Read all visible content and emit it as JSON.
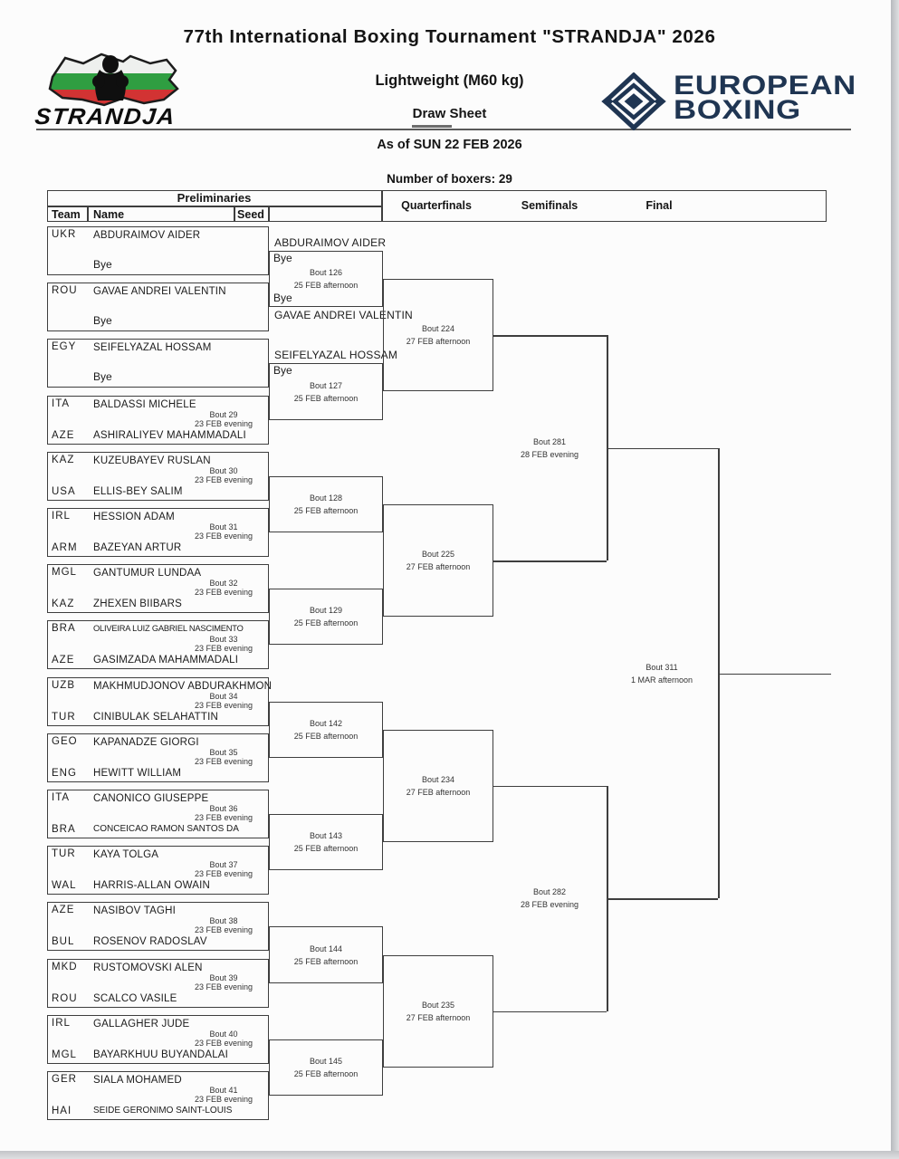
{
  "page": {
    "title": "77th International Boxing Tournament \"STRANDJA\" 2026",
    "weight_class": "Lightweight (M60 kg)",
    "sheet_type": "Draw Sheet",
    "as_of": "As of SUN 22 FEB 2026",
    "boxer_count_label": "Number of boxers: 29"
  },
  "logos": {
    "strandja_label": "STRANDJA",
    "european_boxing_line1": "EUROPEAN",
    "european_boxing_line2": "BOXING",
    "european_boxing_color": "#1f3552",
    "bulgaria_flag_white": "#eef0ee",
    "bulgaria_flag_green": "#2f9e41",
    "bulgaria_flag_red": "#d23333"
  },
  "header": {
    "preliminaries": "Preliminaries",
    "team": "Team",
    "name": "Name",
    "seed": "Seed",
    "quarterfinals": "Quarterfinals",
    "semifinals": "Semifinals",
    "final": "Final"
  },
  "bracket": {
    "preliminary_pairs": [
      {
        "team1": "UKR",
        "boxer1": "ABDURAIMOV AIDER",
        "bout": "",
        "schedule": "",
        "team2": "",
        "boxer2": "Bye"
      },
      {
        "team1": "ROU",
        "boxer1": "GAVAE ANDREI VALENTIN",
        "bout": "",
        "schedule": "",
        "team2": "",
        "boxer2": "Bye"
      },
      {
        "team1": "EGY",
        "boxer1": "SEIFELYAZAL HOSSAM",
        "bout": "",
        "schedule": "",
        "team2": "",
        "boxer2": "Bye"
      },
      {
        "team1": "ITA",
        "boxer1": "BALDASSI MICHELE",
        "bout": "Bout 29",
        "schedule": "23 FEB evening",
        "team2": "AZE",
        "boxer2": "ASHIRALIYEV MAHAMMADALI"
      },
      {
        "team1": "KAZ",
        "boxer1": "KUZEUBAYEV RUSLAN",
        "bout": "Bout 30",
        "schedule": "23 FEB evening",
        "team2": "USA",
        "boxer2": "ELLIS-BEY SALIM"
      },
      {
        "team1": "IRL",
        "boxer1": "HESSION ADAM",
        "bout": "Bout 31",
        "schedule": "23 FEB evening",
        "team2": "ARM",
        "boxer2": "BAZEYAN ARTUR"
      },
      {
        "team1": "MGL",
        "boxer1": "GANTUMUR LUNDAA",
        "bout": "Bout 32",
        "schedule": "23 FEB evening",
        "team2": "KAZ",
        "boxer2": "ZHEXEN BIIBARS"
      },
      {
        "team1": "BRA",
        "boxer1": "OLIVEIRA LUIZ GABRIEL NASCIMENTO",
        "bout": "Bout 33",
        "schedule": "23 FEB evening",
        "team2": "AZE",
        "boxer2": "GASIMZADA MAHAMMADALI"
      },
      {
        "team1": "UZB",
        "boxer1": "MAKHMUDJONOV ABDURAKHMON",
        "bout": "Bout 34",
        "schedule": "23 FEB evening",
        "team2": "TUR",
        "boxer2": "CINIBULAK SELAHATTIN"
      },
      {
        "team1": "GEO",
        "boxer1": "KAPANADZE GIORGI",
        "bout": "Bout 35",
        "schedule": "23 FEB evening",
        "team2": "ENG",
        "boxer2": "HEWITT WILLIAM"
      },
      {
        "team1": "ITA",
        "boxer1": "CANONICO GIUSEPPE",
        "bout": "Bout 36",
        "schedule": "23 FEB evening",
        "team2": "BRA",
        "boxer2": "CONCEICAO RAMON SANTOS DA"
      },
      {
        "team1": "TUR",
        "boxer1": "KAYA TOLGA",
        "bout": "Bout 37",
        "schedule": "23 FEB evening",
        "team2": "WAL",
        "boxer2": "HARRIS-ALLAN OWAIN"
      },
      {
        "team1": "AZE",
        "boxer1": "NASIBOV TAGHI",
        "bout": "Bout 38",
        "schedule": "23 FEB evening",
        "team2": "BUL",
        "boxer2": "ROSENOV RADOSLAV"
      },
      {
        "team1": "MKD",
        "boxer1": "RUSTOMOVSKI ALEN",
        "bout": "Bout 39",
        "schedule": "23 FEB evening",
        "team2": "ROU",
        "boxer2": "SCALCO VASILE"
      },
      {
        "team1": "IRL",
        "boxer1": "GALLAGHER JUDE",
        "bout": "Bout 40",
        "schedule": "23 FEB evening",
        "team2": "MGL",
        "boxer2": "BAYARKHUU BUYANDALAI"
      },
      {
        "team1": "GER",
        "boxer1": "SIALA MOHAMED",
        "bout": "Bout 41",
        "schedule": "23 FEB evening",
        "team2": "HAI",
        "boxer2": "SEIDE GERONIMO SAINT-LOUIS"
      }
    ],
    "round_of_16": [
      {
        "bout": "Bout 126",
        "schedule": "25 FEB afternoon",
        "top_name": "ABDURAIMOV AIDER",
        "top_note": "Bye",
        "bottom_note": "Bye",
        "bottom_name": "GAVAE ANDREI VALENTIN"
      },
      {
        "bout": "Bout 127",
        "schedule": "25 FEB afternoon",
        "top_name": "SEIFELYAZAL HOSSAM",
        "top_note": "Bye",
        "bottom_note": "",
        "bottom_name": ""
      },
      {
        "bout": "Bout 128",
        "schedule": "25 FEB afternoon",
        "top_name": "",
        "top_note": "",
        "bottom_note": "",
        "bottom_name": ""
      },
      {
        "bout": "Bout 129",
        "schedule": "25 FEB afternoon",
        "top_name": "",
        "top_note": "",
        "bottom_note": "",
        "bottom_name": ""
      },
      {
        "bout": "Bout 142",
        "schedule": "25 FEB afternoon",
        "top_name": "",
        "top_note": "",
        "bottom_note": "",
        "bottom_name": ""
      },
      {
        "bout": "Bout 143",
        "schedule": "25 FEB afternoon",
        "top_name": "",
        "top_note": "",
        "bottom_note": "",
        "bottom_name": ""
      },
      {
        "bout": "Bout 144",
        "schedule": "25 FEB afternoon",
        "top_name": "",
        "top_note": "",
        "bottom_note": "",
        "bottom_name": ""
      },
      {
        "bout": "Bout 145",
        "schedule": "25 FEB afternoon",
        "top_name": "",
        "top_note": "",
        "bottom_note": "",
        "bottom_name": ""
      }
    ],
    "quarterfinals": [
      {
        "bout": "Bout 224",
        "schedule": "27 FEB afternoon"
      },
      {
        "bout": "Bout 225",
        "schedule": "27 FEB afternoon"
      },
      {
        "bout": "Bout 234",
        "schedule": "27 FEB afternoon"
      },
      {
        "bout": "Bout 235",
        "schedule": "27 FEB afternoon"
      }
    ],
    "semifinals": [
      {
        "bout": "Bout 281",
        "schedule": "28 FEB evening"
      },
      {
        "bout": "Bout 282",
        "schedule": "28 FEB evening"
      }
    ],
    "final": {
      "bout": "Bout 311",
      "schedule": "1 MAR afternoon"
    }
  }
}
